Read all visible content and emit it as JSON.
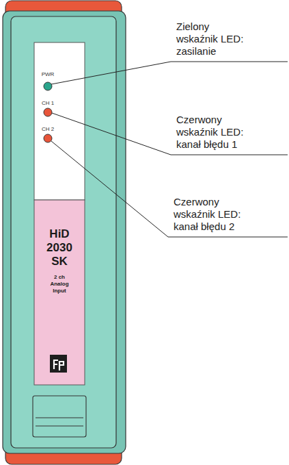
{
  "diagram": {
    "nodes": [
      {
        "text": [
          "PWR",
          "CH 1",
          "CH 2"
        ]
      },
      {
        "text": [
          "HiD 2030 SK",
          "2 ch Analog Input"
        ]
      }
    ],
    "labels": [
      "Zielony wskaźnik LED: zasilanie",
      "Czerwony wskaźnik LED: kanał błędu 1",
      "Czerwony wskaźnik LED: kanał błędu 2"
    ]
  }
}
